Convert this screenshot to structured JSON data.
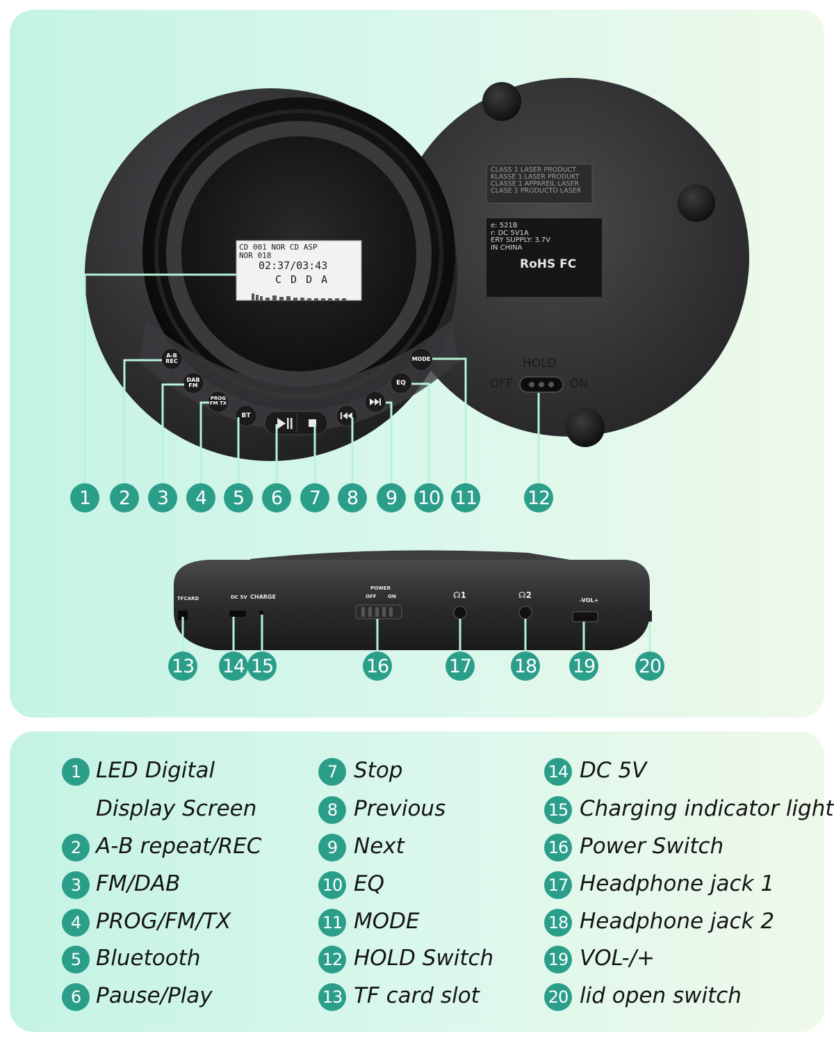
{
  "display": {
    "row1": "CD  001 NOR  CD  ASP",
    "row2": "NOR  018",
    "time": "02:37/03:43",
    "format": "C D D A"
  },
  "buttons": {
    "ab": "A-B REC",
    "dab": "DAB FM",
    "prog": "PROG FM TX",
    "bt": "BT",
    "eq": "EQ",
    "mode": "MODE"
  },
  "back": {
    "laser_lines": [
      "CLASS 1 LASER PRODUCT",
      "KLASSE 1 LASER PRODUKT",
      "CLASSE 1 APPAREIL LASER",
      "CLASE 1 PRODUCTO LASER"
    ],
    "rating_lines": [
      "e: 521B",
      "r: DC 5V1A",
      "ERY SUPPLY: 3.7V",
      "IN CHINA"
    ],
    "marks": "RoHS FC",
    "hold": "HOLD",
    "off": "OFF",
    "on": "ON"
  },
  "side": {
    "tfcard": "TFCARD",
    "dc": "DC 5V",
    "charge": "CHARGE",
    "power": "POWER",
    "power_off": "OFF",
    "power_on": "ON",
    "phones1": "1",
    "phones2": "2",
    "vol": "-VOL+"
  },
  "callouts": [
    "1",
    "2",
    "3",
    "4",
    "5",
    "6",
    "7",
    "8",
    "9",
    "10",
    "11",
    "12",
    "13",
    "14",
    "15",
    "16",
    "17",
    "18",
    "19",
    "20"
  ],
  "legend": {
    "items": [
      {
        "num": "1",
        "text": "LED Digital"
      },
      {
        "num": "",
        "text": "Display Screen"
      },
      {
        "num": "2",
        "text": "A-B repeat/REC"
      },
      {
        "num": "3",
        "text": "FM/DAB"
      },
      {
        "num": "4",
        "text": "PROG/FM/TX"
      },
      {
        "num": "5",
        "text": "Bluetooth"
      },
      {
        "num": "6",
        "text": "Pause/Play"
      },
      {
        "num": "7",
        "text": "Stop"
      },
      {
        "num": "8",
        "text": "Previous"
      },
      {
        "num": "9",
        "text": "Next"
      },
      {
        "num": "10",
        "text": "EQ"
      },
      {
        "num": "11",
        "text": "MODE"
      },
      {
        "num": "12",
        "text": "HOLD Switch"
      },
      {
        "num": "13",
        "text": "TF card slot"
      },
      {
        "num": "14",
        "text": "DC 5V"
      },
      {
        "num": "15",
        "text": "Charging indicator light"
      },
      {
        "num": "16",
        "text": "Power Switch"
      },
      {
        "num": "17",
        "text": "Headphone jack 1"
      },
      {
        "num": "18",
        "text": "Headphone jack 2"
      },
      {
        "num": "19",
        "text": "VOL-/+"
      },
      {
        "num": "20",
        "text": "lid open switch"
      }
    ]
  },
  "colors": {
    "accent": "#2b9e8a",
    "leader": "#b6f5d6",
    "device": "#3a3a3c"
  }
}
